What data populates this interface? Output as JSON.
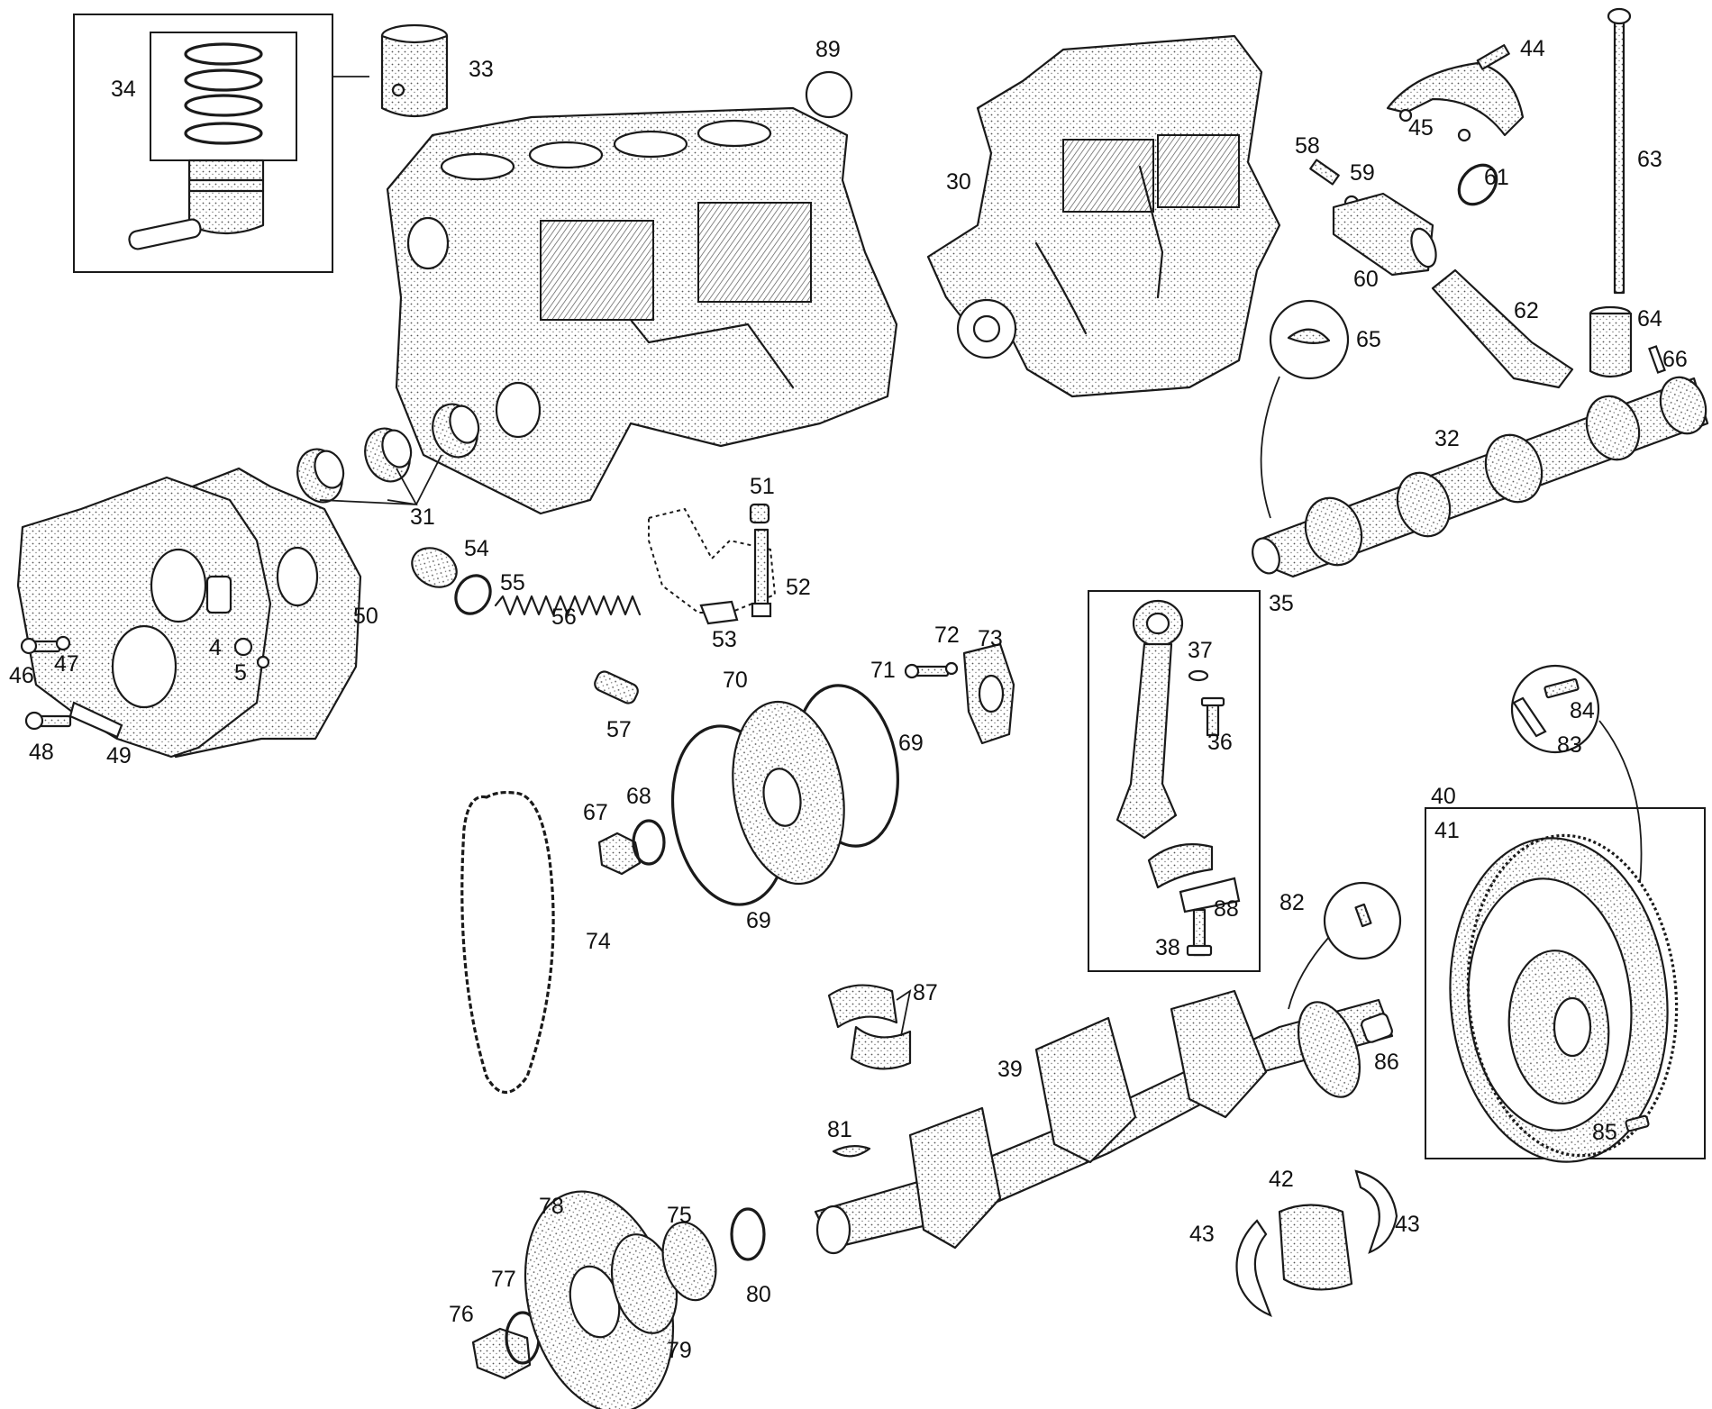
{
  "labels": {
    "l30": "30",
    "l31": "31",
    "l32": "32",
    "l33": "33",
    "l34": "34",
    "l35": "35",
    "l36": "36",
    "l37": "37",
    "l38": "38",
    "l39": "39",
    "l40": "40",
    "l41": "41",
    "l42": "42",
    "l43a": "43",
    "l43b": "43",
    "l44": "44",
    "l45": "45",
    "l46": "46",
    "l47": "47",
    "l48": "48",
    "l49": "49",
    "l50": "50",
    "l51": "51",
    "l52": "52",
    "l53": "53",
    "l54": "54",
    "l55": "55",
    "l56": "56",
    "l57": "57",
    "l58": "58",
    "l59": "59",
    "l60": "60",
    "l61": "61",
    "l62": "62",
    "l63": "63",
    "l64": "64",
    "l65": "65",
    "l66": "66",
    "l67": "67",
    "l68": "68",
    "l69a": "69",
    "l69b": "69",
    "l70": "70",
    "l71": "71",
    "l72": "72",
    "l73": "73",
    "l74": "74",
    "l75": "75",
    "l76": "76",
    "l77": "77",
    "l78": "78",
    "l79": "79",
    "l80": "80",
    "l81": "81",
    "l82": "82",
    "l83": "83",
    "l84": "84",
    "l85": "85",
    "l86": "86",
    "l87": "87",
    "l88": "88",
    "l89": "89",
    "l4": "4",
    "l5": "5"
  }
}
